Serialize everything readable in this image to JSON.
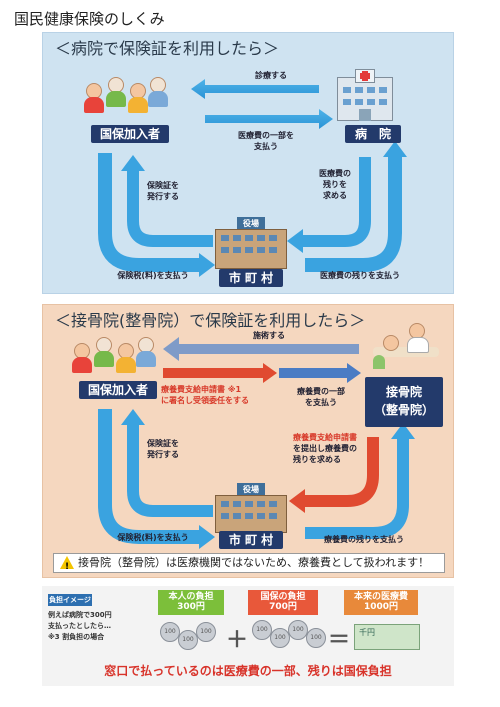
{
  "page_title": "国民健康保険のしくみ",
  "section1": {
    "title": "＜病院で保険証を利用したら＞",
    "insured_label": "国保加入者",
    "hospital_label": "病　院",
    "city_label": "市 町 村",
    "city_building_sign": "役場",
    "arrow_exam": "診療する",
    "arrow_pay_part_1": "医療費の一部を",
    "arrow_pay_part_2": "支払う",
    "arrow_issue_1": "保険証を",
    "arrow_issue_2": "発行する",
    "arrow_request_1": "医療費の",
    "arrow_request_2": "残りを",
    "arrow_request_3": "求める",
    "arrow_tax": "保険税(料)を支払う",
    "arrow_pay_rest": "医療費の残りを支払う"
  },
  "section2": {
    "title": "＜接骨院(整骨院）で保険証を利用したら＞",
    "insured_label": "国保加入者",
    "clinic_label_1": "接骨院",
    "clinic_label_2": "（整骨院）",
    "city_label": "市 町 村",
    "city_building_sign": "役場",
    "arrow_treat": "施術する",
    "arrow_sign_1": "療養費支給申請書 ※1",
    "arrow_sign_2": "に署名し受領委任をする",
    "arrow_pay_part_1": "療養費の一部",
    "arrow_pay_part_2": "を支払う",
    "arrow_issue_1": "保険証を",
    "arrow_issue_2": "発行する",
    "arrow_submit_1": "療養費支給申請書",
    "arrow_submit_2": "を提出し療養費の",
    "arrow_submit_3": "残りを求める",
    "arrow_tax": "保険税(料)を支払う",
    "arrow_pay_rest": "療養費の残りを支払う",
    "warning": "接骨院（整骨院）は医療機関ではないため、療養費として扱われます！"
  },
  "bottom": {
    "image_label": "負担イメージ",
    "example_1": "例えば病院で300円",
    "example_2": "支払ったとしたら…",
    "example_3": "※3 割負担の場合",
    "self_burden_1": "本人の負担",
    "self_burden_2": "300円",
    "kokuho_burden_1": "国保の負担",
    "kokuho_burden_2": "700円",
    "total_1": "本来の医療費",
    "total_2": "1000円",
    "coin_text": "100",
    "bill_text": "千円",
    "plus": "＋",
    "equals": "＝",
    "summary": "窓口で払っているのは医療費の一部、残りは国保負担",
    "colors": {
      "self_burden": "#7cbf3a",
      "kokuho_burden": "#e8583a",
      "total": "#e8893a",
      "summary": "#d8332a"
    }
  }
}
